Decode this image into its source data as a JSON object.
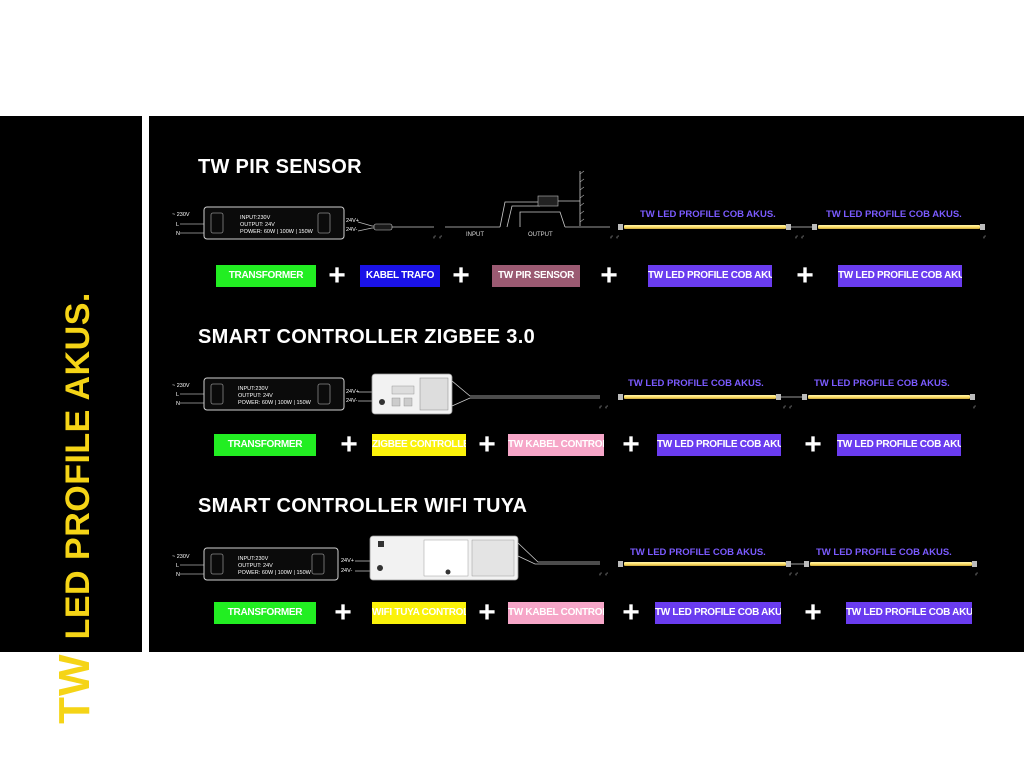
{
  "side_title": {
    "main": "TW",
    "sub": "LED PROFILE AKUS."
  },
  "colors": {
    "transformer": "#22ee22",
    "kabel_trafo": "#1a12e8",
    "pir": "#9b5a72",
    "led": "#6a3cf0",
    "zigbee": "#fbf20a",
    "tw_kabel": "#f6a6c8",
    "title_yellow": "#f5d416"
  },
  "sections": [
    {
      "title": "TW PIR SENSOR",
      "device": {
        "mains": "~ 230V",
        "l": "L",
        "n": "N",
        "input": "INPUT:230V",
        "output": "OUTPUT: 24V",
        "power": "POWER: 60W | 100W | 150W",
        "plus": "24V+",
        "minus": "24V-"
      },
      "wire_labels": [
        "INPUT",
        "OUTPUT"
      ],
      "led_labels": [
        "TW LED PROFILE COB AKUS.",
        "TW LED PROFILE COB AKUS."
      ],
      "chips": [
        "TRANSFORMER",
        "KABEL TRAFO",
        "TW PIR SENSOR",
        "TW LED PROFILE COB AKUS.",
        "TW LED PROFILE COB AKUS."
      ],
      "plus_sign": "+"
    },
    {
      "title": "SMART CONTROLLER ZIGBEE 3.0",
      "device": {
        "mains": "~ 230V",
        "l": "L",
        "n": "N",
        "input": "INPUT:230V",
        "output": "OUTPUT: 24V",
        "power": "POWER: 60W | 100W | 150W",
        "plus": "24V+",
        "minus": "24V-"
      },
      "led_labels": [
        "TW LED PROFILE COB AKUS.",
        "TW LED PROFILE COB AKUS."
      ],
      "chips": [
        "TRANSFORMER",
        "ZIGBEE CONTROLLER",
        "TW KABEL CONTROLLER",
        "TW LED PROFILE COB AKUS.",
        "TW LED PROFILE COB AKUS."
      ],
      "plus_sign": "+"
    },
    {
      "title": "SMART CONTROLLER WIFI TUYA",
      "device": {
        "mains": "~ 230V",
        "l": "L",
        "n": "N",
        "input": "INPUT:230V",
        "output": "OUTPUT: 24V",
        "power": "POWER: 60W | 100W | 150W",
        "plus": "24V+",
        "minus": "24V-"
      },
      "led_labels": [
        "TW LED PROFILE COB AKUS.",
        "TW LED PROFILE COB AKUS."
      ],
      "chips": [
        "TRANSFORMER",
        "WIFI TUYA CONTROLLER",
        "TW KABEL CONTROLLER",
        "TW LED PROFILE COB AKUS.",
        "TW LED PROFILE COB AKUS."
      ],
      "plus_sign": "+"
    }
  ]
}
